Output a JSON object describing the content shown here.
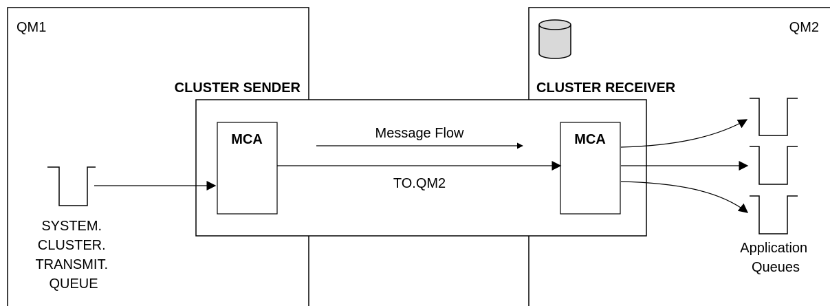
{
  "queue_managers": {
    "left": "QM1",
    "right": "QM2"
  },
  "channels": {
    "sender": "CLUSTER SENDER",
    "receiver": "CLUSTER RECEIVER",
    "name": "TO.QM2"
  },
  "mca": {
    "sender_label": "MCA",
    "receiver_label": "MCA"
  },
  "message_flow": "Message Flow",
  "transmit_queue": {
    "lines": [
      "SYSTEM.",
      "CLUSTER.",
      "TRANSMIT.",
      "QUEUE"
    ]
  },
  "application_queues": {
    "lines": [
      "Application",
      "Queues"
    ]
  },
  "icons": [
    "database-icon",
    "queue-icon"
  ],
  "colors": {
    "stroke": "#000000",
    "cylinder_fill": "#d9d9d9",
    "background": "#ffffff"
  }
}
